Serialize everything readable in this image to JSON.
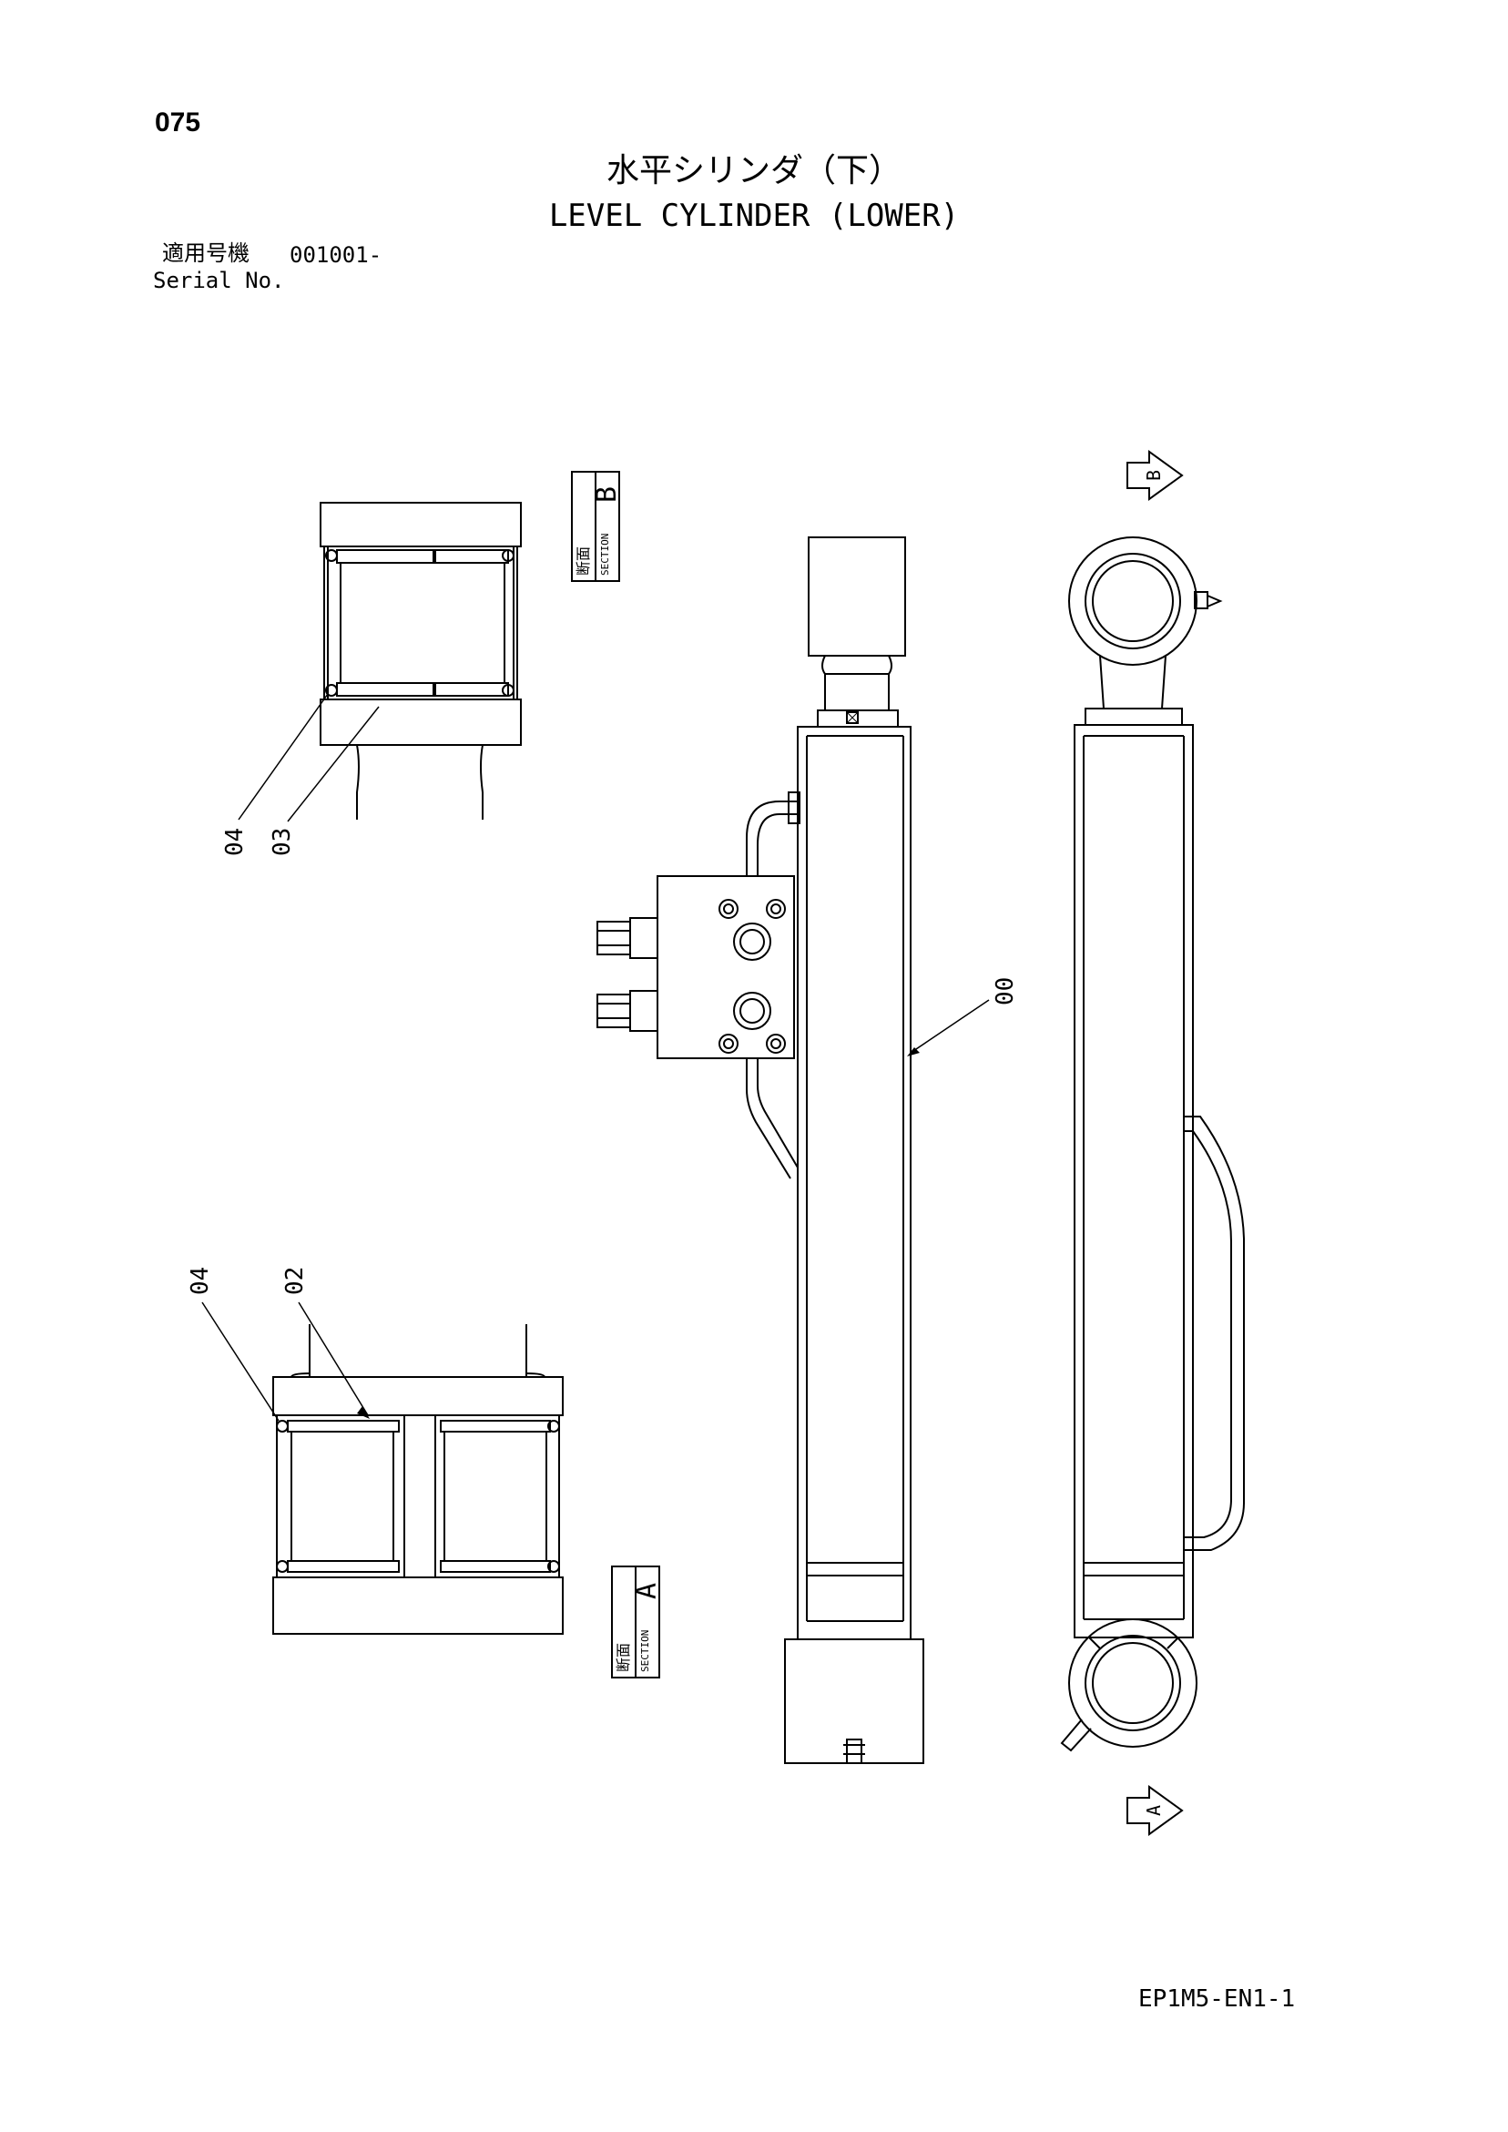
{
  "header": {
    "page_number": "075",
    "title_jp": "水平シリンダ（下）",
    "title_en": "LEVEL CYLINDER (LOWER)",
    "serial_label_jp": "適用号機",
    "serial_value": "001001-",
    "serial_label_en": "Serial No."
  },
  "footer": {
    "doc_code": "EP1M5-EN1-1"
  },
  "sections": {
    "b": {
      "label_jp": "断面",
      "label_en": "SECTION",
      "letter": "B"
    },
    "a": {
      "label_jp": "断面",
      "label_en": "SECTION",
      "letter": "A"
    }
  },
  "view_arrows": {
    "b": "B",
    "a": "A"
  },
  "callouts": {
    "b_04": "04",
    "b_03": "03",
    "a_04": "04",
    "a_02": "02",
    "main_00": "00"
  }
}
